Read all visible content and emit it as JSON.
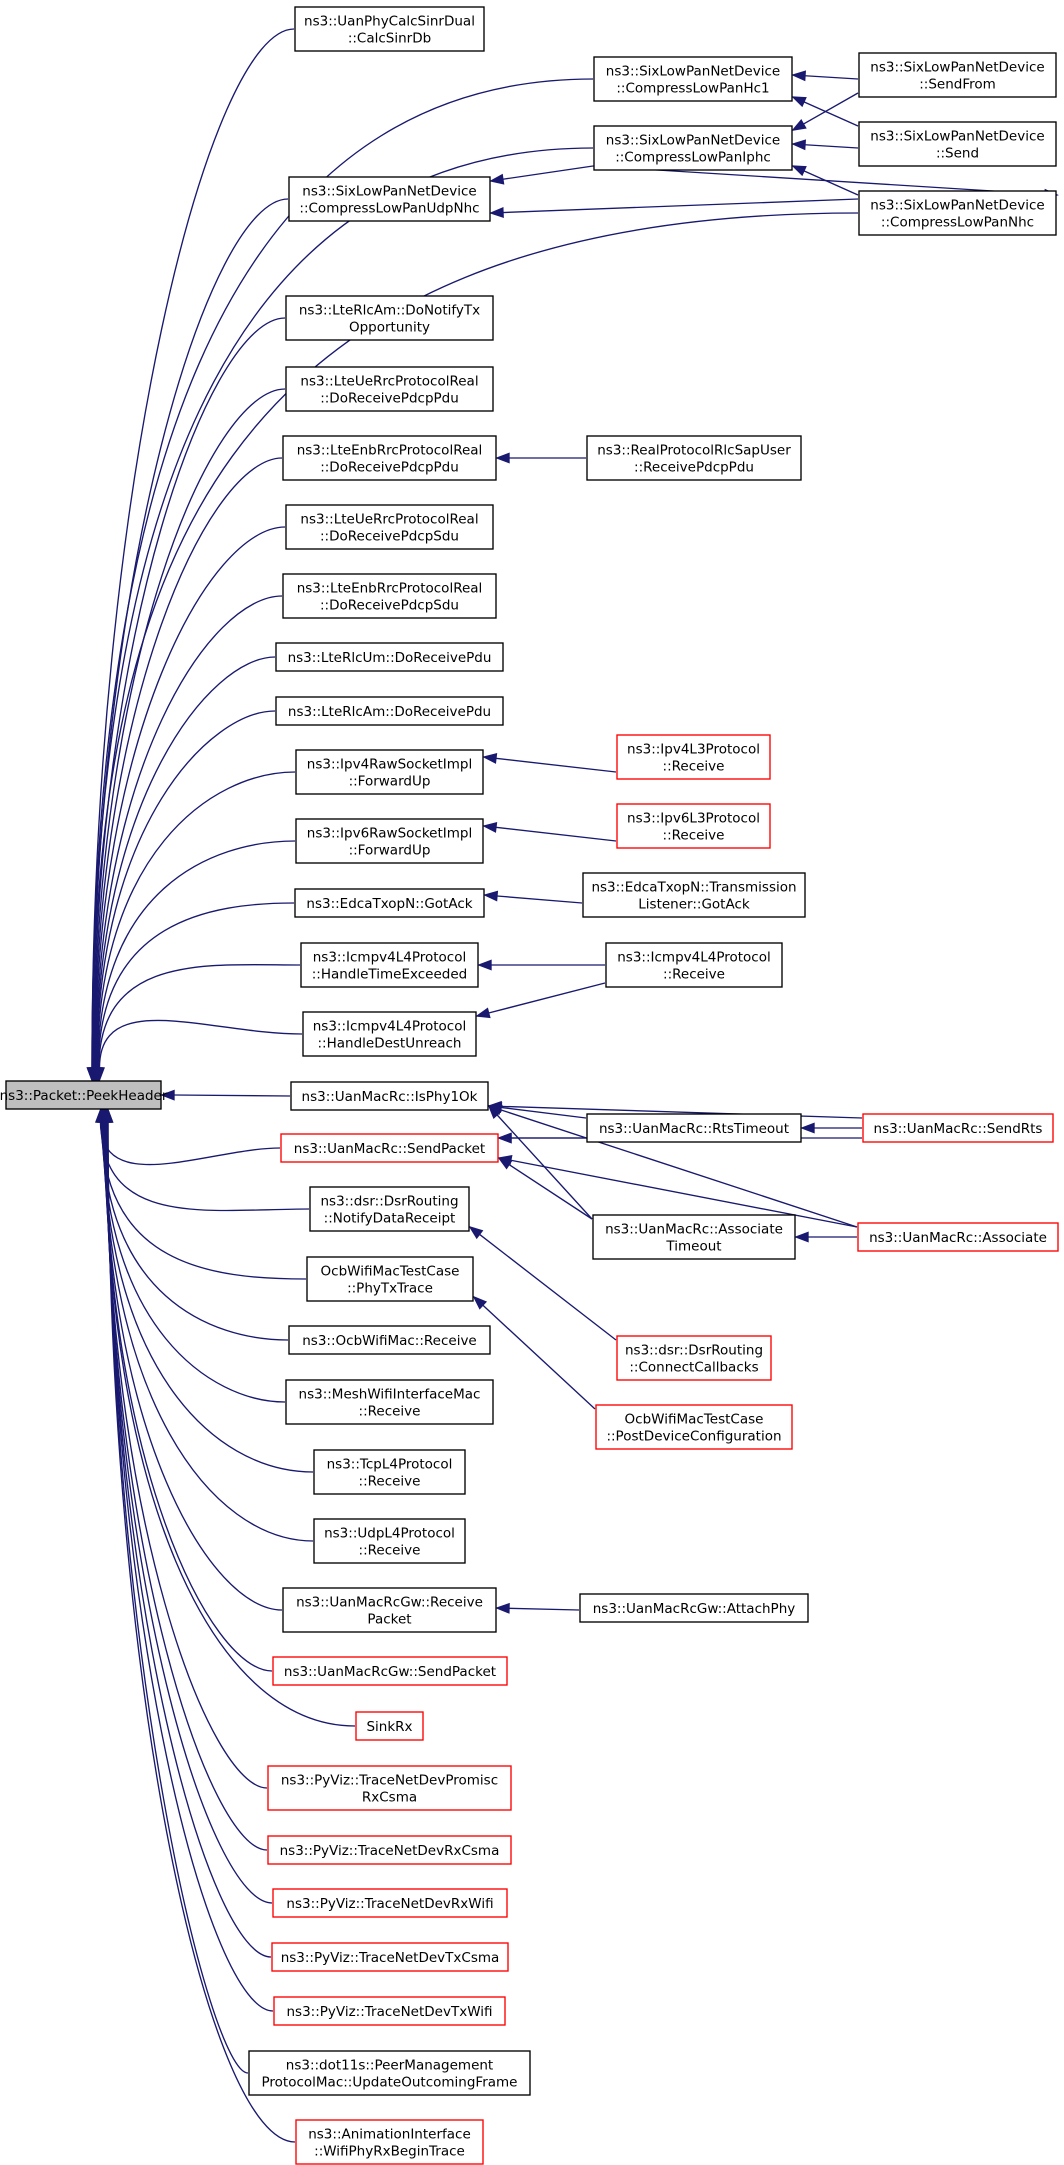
{
  "colors": {
    "edge": "#191970",
    "node_border": "#000000",
    "node_border_highlight": "#ff0000",
    "root_fill": "#bfbfbf",
    "node_fill": "#ffffff"
  },
  "nodes": {
    "root": {
      "lines": [
        "ns3::Packet::PeekHeader"
      ],
      "kind": "root"
    },
    "calcSinr": {
      "lines": [
        "ns3::UanPhyCalcSinrDual",
        "::CalcSinrDb"
      ],
      "kind": "normal"
    },
    "compressHc1": {
      "lines": [
        "ns3::SixLowPanNetDevice",
        "::CompressLowPanHc1"
      ],
      "kind": "normal"
    },
    "compressIphc": {
      "lines": [
        "ns3::SixLowPanNetDevice",
        "::CompressLowPanIphc"
      ],
      "kind": "normal"
    },
    "compressUdpNhc": {
      "lines": [
        "ns3::SixLowPanNetDevice",
        "::CompressLowPanUdpNhc"
      ],
      "kind": "normal"
    },
    "sendFrom": {
      "lines": [
        "ns3::SixLowPanNetDevice",
        "::SendFrom"
      ],
      "kind": "normal"
    },
    "send": {
      "lines": [
        "ns3::SixLowPanNetDevice",
        "::Send"
      ],
      "kind": "normal"
    },
    "compressNhc": {
      "lines": [
        "ns3::SixLowPanNetDevice",
        "::CompressLowPanNhc"
      ],
      "kind": "normal"
    },
    "doNotifyTx": {
      "lines": [
        "ns3::LteRlcAm::DoNotifyTx",
        "Opportunity"
      ],
      "kind": "normal"
    },
    "ueRecvPdcpPdu": {
      "lines": [
        "ns3::LteUeRrcProtocolReal",
        "::DoReceivePdcpPdu"
      ],
      "kind": "normal"
    },
    "enbRecvPdcpPdu": {
      "lines": [
        "ns3::LteEnbRrcProtocolReal",
        "::DoReceivePdcpPdu"
      ],
      "kind": "normal"
    },
    "realRlcSap": {
      "lines": [
        "ns3::RealProtocolRlcSapUser",
        "::ReceivePdcpPdu"
      ],
      "kind": "normal"
    },
    "ueRecvPdcpSdu": {
      "lines": [
        "ns3::LteUeRrcProtocolReal",
        "::DoReceivePdcpSdu"
      ],
      "kind": "normal"
    },
    "enbRecvPdcpSdu": {
      "lines": [
        "ns3::LteEnbRrcProtocolReal",
        "::DoReceivePdcpSdu"
      ],
      "kind": "normal"
    },
    "rlcUmRecv": {
      "lines": [
        "ns3::LteRlcUm::DoReceivePdu"
      ],
      "kind": "normal"
    },
    "rlcAmRecv": {
      "lines": [
        "ns3::LteRlcAm::DoReceivePdu"
      ],
      "kind": "normal"
    },
    "ipv4Raw": {
      "lines": [
        "ns3::Ipv4RawSocketImpl",
        "::ForwardUp"
      ],
      "kind": "normal"
    },
    "ipv4L3": {
      "lines": [
        "ns3::Ipv4L3Protocol",
        "::Receive"
      ],
      "kind": "highlight"
    },
    "ipv6Raw": {
      "lines": [
        "ns3::Ipv6RawSocketImpl",
        "::ForwardUp"
      ],
      "kind": "normal"
    },
    "ipv6L3": {
      "lines": [
        "ns3::Ipv6L3Protocol",
        "::Receive"
      ],
      "kind": "highlight"
    },
    "gotAck": {
      "lines": [
        "ns3::EdcaTxopN::GotAck"
      ],
      "kind": "normal"
    },
    "txListenerGotAck": {
      "lines": [
        "ns3::EdcaTxopN::Transmission",
        "Listener::GotAck"
      ],
      "kind": "normal"
    },
    "icmpTimeExceeded": {
      "lines": [
        "ns3::Icmpv4L4Protocol",
        "::HandleTimeExceeded"
      ],
      "kind": "normal"
    },
    "icmpReceive": {
      "lines": [
        "ns3::Icmpv4L4Protocol",
        "::Receive"
      ],
      "kind": "normal"
    },
    "icmpDestUnreach": {
      "lines": [
        "ns3::Icmpv4L4Protocol",
        "::HandleDestUnreach"
      ],
      "kind": "normal"
    },
    "isPhy1Ok": {
      "lines": [
        "ns3::UanMacRc::IsPhy1Ok"
      ],
      "kind": "normal"
    },
    "rtsTimeout": {
      "lines": [
        "ns3::UanMacRc::RtsTimeout"
      ],
      "kind": "normal"
    },
    "sendRts": {
      "lines": [
        "ns3::UanMacRc::SendRts"
      ],
      "kind": "highlight"
    },
    "uanSendPacket": {
      "lines": [
        "ns3::UanMacRc::SendPacket"
      ],
      "kind": "highlight"
    },
    "assocTimeout": {
      "lines": [
        "ns3::UanMacRc::Associate",
        "Timeout"
      ],
      "kind": "normal"
    },
    "associate": {
      "lines": [
        "ns3::UanMacRc::Associate"
      ],
      "kind": "highlight"
    },
    "dsrNotify": {
      "lines": [
        "ns3::dsr::DsrRouting",
        "::NotifyDataReceipt"
      ],
      "kind": "normal"
    },
    "dsrConnect": {
      "lines": [
        "ns3::dsr::DsrRouting",
        "::ConnectCallbacks"
      ],
      "kind": "highlight"
    },
    "ocbPhyTx": {
      "lines": [
        "OcbWifiMacTestCase",
        "::PhyTxTrace"
      ],
      "kind": "normal"
    },
    "ocbPostDevice": {
      "lines": [
        "OcbWifiMacTestCase",
        "::PostDeviceConfiguration"
      ],
      "kind": "highlight"
    },
    "ocbReceive": {
      "lines": [
        "ns3::OcbWifiMac::Receive"
      ],
      "kind": "normal"
    },
    "meshReceive": {
      "lines": [
        "ns3::MeshWifiInterfaceMac",
        "::Receive"
      ],
      "kind": "normal"
    },
    "tcpReceive": {
      "lines": [
        "ns3::TcpL4Protocol",
        "::Receive"
      ],
      "kind": "normal"
    },
    "udpReceive": {
      "lines": [
        "ns3::UdpL4Protocol",
        "::Receive"
      ],
      "kind": "normal"
    },
    "gwReceivePacket": {
      "lines": [
        "ns3::UanMacRcGw::Receive",
        "Packet"
      ],
      "kind": "normal"
    },
    "gwAttachPhy": {
      "lines": [
        "ns3::UanMacRcGw::AttachPhy"
      ],
      "kind": "normal"
    },
    "gwSendPacket": {
      "lines": [
        "ns3::UanMacRcGw::SendPacket"
      ],
      "kind": "highlight"
    },
    "sinkRx": {
      "lines": [
        "SinkRx"
      ],
      "kind": "highlight"
    },
    "pyPromisc": {
      "lines": [
        "ns3::PyViz::TraceNetDevPromisc",
        "RxCsma"
      ],
      "kind": "highlight"
    },
    "pyRxCsma": {
      "lines": [
        "ns3::PyViz::TraceNetDevRxCsma"
      ],
      "kind": "highlight"
    },
    "pyRxWifi": {
      "lines": [
        "ns3::PyViz::TraceNetDevRxWifi"
      ],
      "kind": "highlight"
    },
    "pyTxCsma": {
      "lines": [
        "ns3::PyViz::TraceNetDevTxCsma"
      ],
      "kind": "highlight"
    },
    "pyTxWifi": {
      "lines": [
        "ns3::PyViz::TraceNetDevTxWifi"
      ],
      "kind": "highlight"
    },
    "peerMgmt": {
      "lines": [
        "ns3::dot11s::PeerManagement",
        "ProtocolMac::UpdateOutcomingFrame"
      ],
      "kind": "normal"
    },
    "animWifi": {
      "lines": [
        "ns3::AnimationInterface",
        "::WifiPhyRxBeginTrace"
      ],
      "kind": "highlight"
    }
  },
  "edges": [
    [
      "calcSinr",
      "root"
    ],
    [
      "compressHc1",
      "root"
    ],
    [
      "compressIphc",
      "root"
    ],
    [
      "compressUdpNhc",
      "root"
    ],
    [
      "compressNhc",
      "root"
    ],
    [
      "doNotifyTx",
      "root"
    ],
    [
      "ueRecvPdcpPdu",
      "root"
    ],
    [
      "enbRecvPdcpPdu",
      "root"
    ],
    [
      "ueRecvPdcpSdu",
      "root"
    ],
    [
      "enbRecvPdcpSdu",
      "root"
    ],
    [
      "rlcUmRecv",
      "root"
    ],
    [
      "rlcAmRecv",
      "root"
    ],
    [
      "ipv4Raw",
      "root"
    ],
    [
      "ipv6Raw",
      "root"
    ],
    [
      "gotAck",
      "root"
    ],
    [
      "icmpTimeExceeded",
      "root"
    ],
    [
      "icmpDestUnreach",
      "root"
    ],
    [
      "isPhy1Ok",
      "root"
    ],
    [
      "uanSendPacket",
      "root"
    ],
    [
      "dsrNotify",
      "root"
    ],
    [
      "ocbPhyTx",
      "root"
    ],
    [
      "ocbReceive",
      "root"
    ],
    [
      "meshReceive",
      "root"
    ],
    [
      "tcpReceive",
      "root"
    ],
    [
      "udpReceive",
      "root"
    ],
    [
      "gwReceivePacket",
      "root"
    ],
    [
      "gwSendPacket",
      "root"
    ],
    [
      "sinkRx",
      "root"
    ],
    [
      "pyPromisc",
      "root"
    ],
    [
      "pyRxCsma",
      "root"
    ],
    [
      "pyRxWifi",
      "root"
    ],
    [
      "pyTxCsma",
      "root"
    ],
    [
      "pyTxWifi",
      "root"
    ],
    [
      "peerMgmt",
      "root"
    ],
    [
      "animWifi",
      "root"
    ],
    [
      "sendFrom",
      "compressHc1"
    ],
    [
      "send",
      "compressHc1"
    ],
    [
      "sendFrom",
      "compressIphc"
    ],
    [
      "send",
      "compressIphc"
    ],
    [
      "compressNhc",
      "compressIphc"
    ],
    [
      "compressIphc",
      "compressUdpNhc"
    ],
    [
      "compressNhc",
      "compressUdpNhc"
    ],
    [
      "compressIphc",
      "compressNhc"
    ],
    [
      "realRlcSap",
      "enbRecvPdcpPdu"
    ],
    [
      "ipv4L3",
      "ipv4Raw"
    ],
    [
      "ipv6L3",
      "ipv6Raw"
    ],
    [
      "txListenerGotAck",
      "gotAck"
    ],
    [
      "icmpReceive",
      "icmpTimeExceeded"
    ],
    [
      "icmpReceive",
      "icmpDestUnreach"
    ],
    [
      "rtsTimeout",
      "isPhy1Ok"
    ],
    [
      "assocTimeout",
      "isPhy1Ok"
    ],
    [
      "sendRts",
      "isPhy1Ok"
    ],
    [
      "associate",
      "isPhy1Ok"
    ],
    [
      "rtsTimeout",
      "uanSendPacket"
    ],
    [
      "assocTimeout",
      "uanSendPacket"
    ],
    [
      "sendRts",
      "uanSendPacket"
    ],
    [
      "associate",
      "uanSendPacket"
    ],
    [
      "sendRts",
      "rtsTimeout"
    ],
    [
      "associate",
      "assocTimeout"
    ],
    [
      "dsrConnect",
      "dsrNotify"
    ],
    [
      "ocbPostDevice",
      "ocbPhyTx"
    ],
    [
      "gwAttachPhy",
      "gwReceivePacket"
    ]
  ]
}
